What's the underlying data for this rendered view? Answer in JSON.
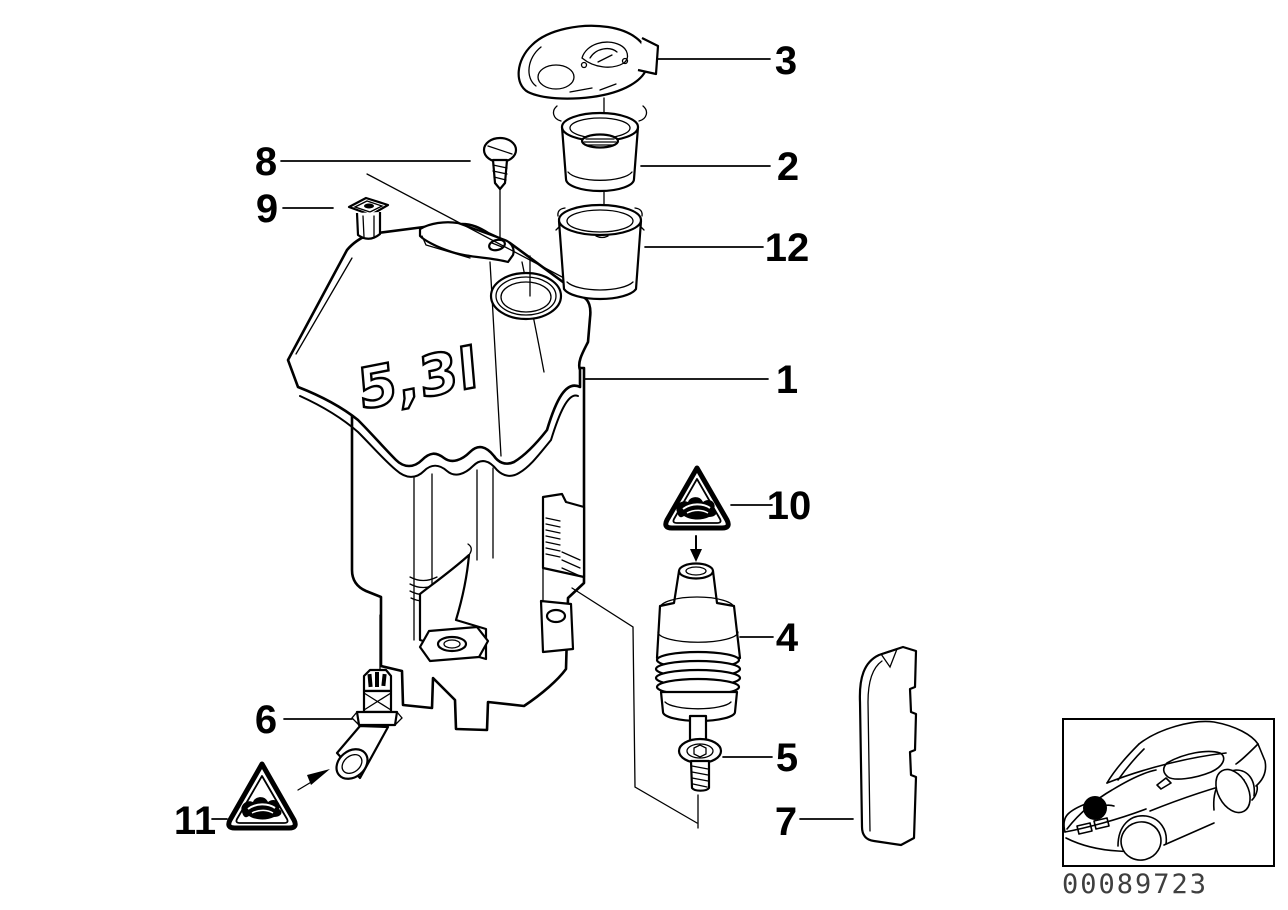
{
  "diagram": {
    "bg_color": "#ffffff",
    "line_color": "#000000",
    "code_color": "#3f3f3f",
    "callouts": {
      "n1": {
        "label": "1"
      },
      "n2": {
        "label": "2"
      },
      "n3": {
        "label": "3"
      },
      "n4": {
        "label": "4"
      },
      "n5": {
        "label": "5"
      },
      "n6": {
        "label": "6"
      },
      "n7": {
        "label": "7"
      },
      "n8": {
        "label": "8"
      },
      "n9": {
        "label": "9"
      },
      "n10": {
        "label": "10"
      },
      "n11": {
        "label": "11"
      },
      "n12": {
        "label": "12"
      }
    },
    "tank": {
      "capacity_label": "5,3l"
    },
    "inset": {
      "image_code": "00089723"
    },
    "icons": {
      "warning_triangle": "pinch-hazard-warning-triangle-icon",
      "car_inset": "car-location-inset-icon"
    }
  }
}
